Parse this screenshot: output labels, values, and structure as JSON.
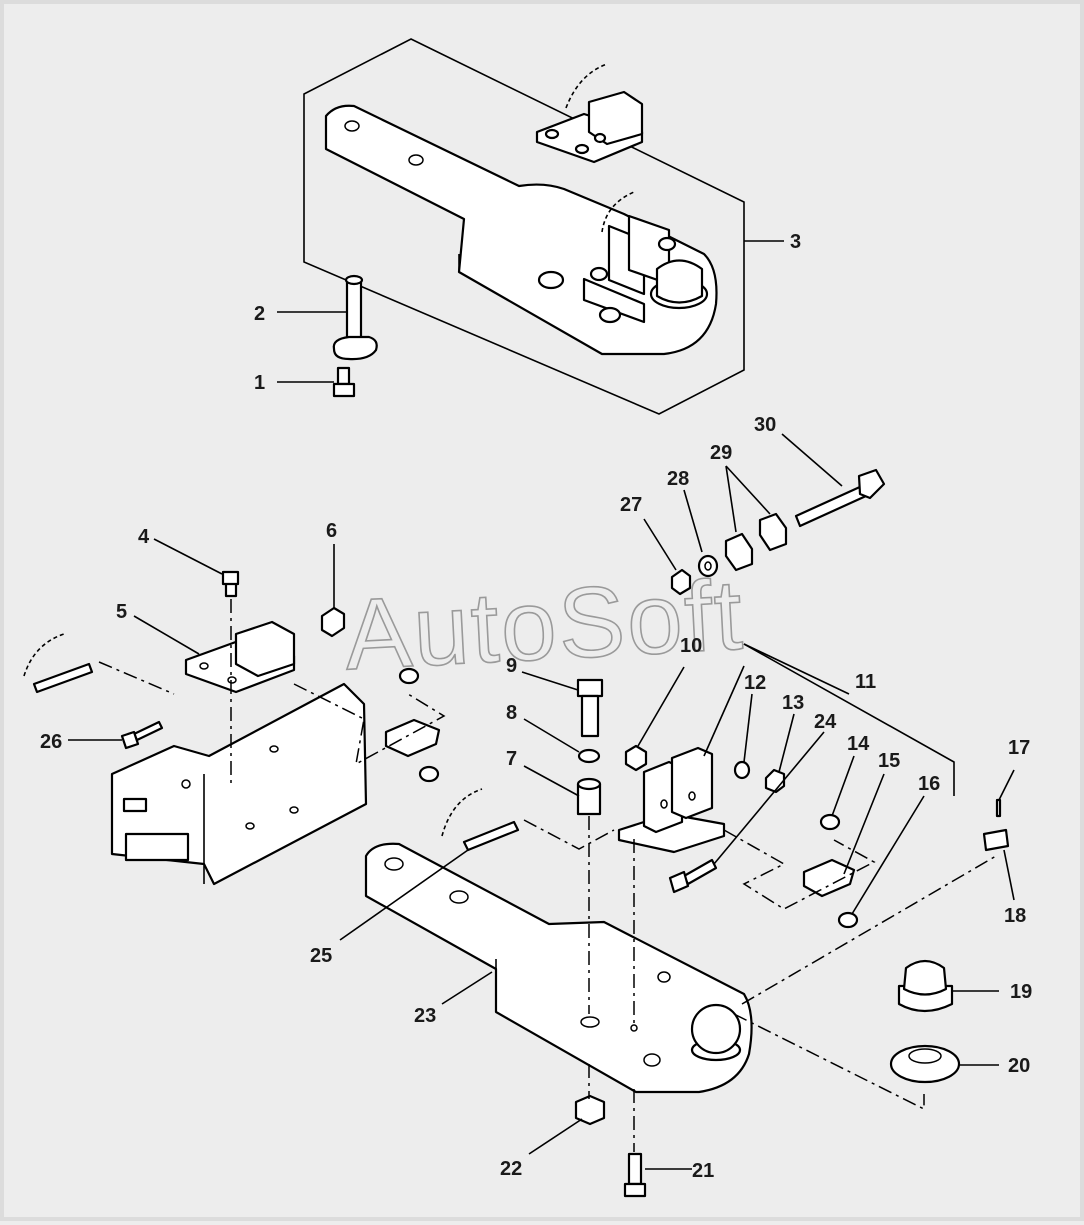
{
  "watermark": "AutoSoft",
  "callouts": {
    "c1": "1",
    "c2": "2",
    "c3": "3",
    "c4": "4",
    "c5": "5",
    "c6": "6",
    "c7": "7",
    "c8": "8",
    "c9": "9",
    "c10": "10",
    "c11": "11",
    "c12": "12",
    "c13": "13",
    "c14": "14",
    "c15": "15",
    "c16": "16",
    "c17": "17",
    "c18": "18",
    "c19": "19",
    "c20": "20",
    "c21": "21",
    "c22": "22",
    "c23": "23",
    "c24": "24",
    "c25": "25",
    "c26": "26",
    "c27": "27",
    "c28": "28",
    "c29": "29",
    "c30": "30"
  },
  "colors": {
    "background": "#ededed",
    "line": "#000000",
    "watermark": "#9a9a9a"
  }
}
